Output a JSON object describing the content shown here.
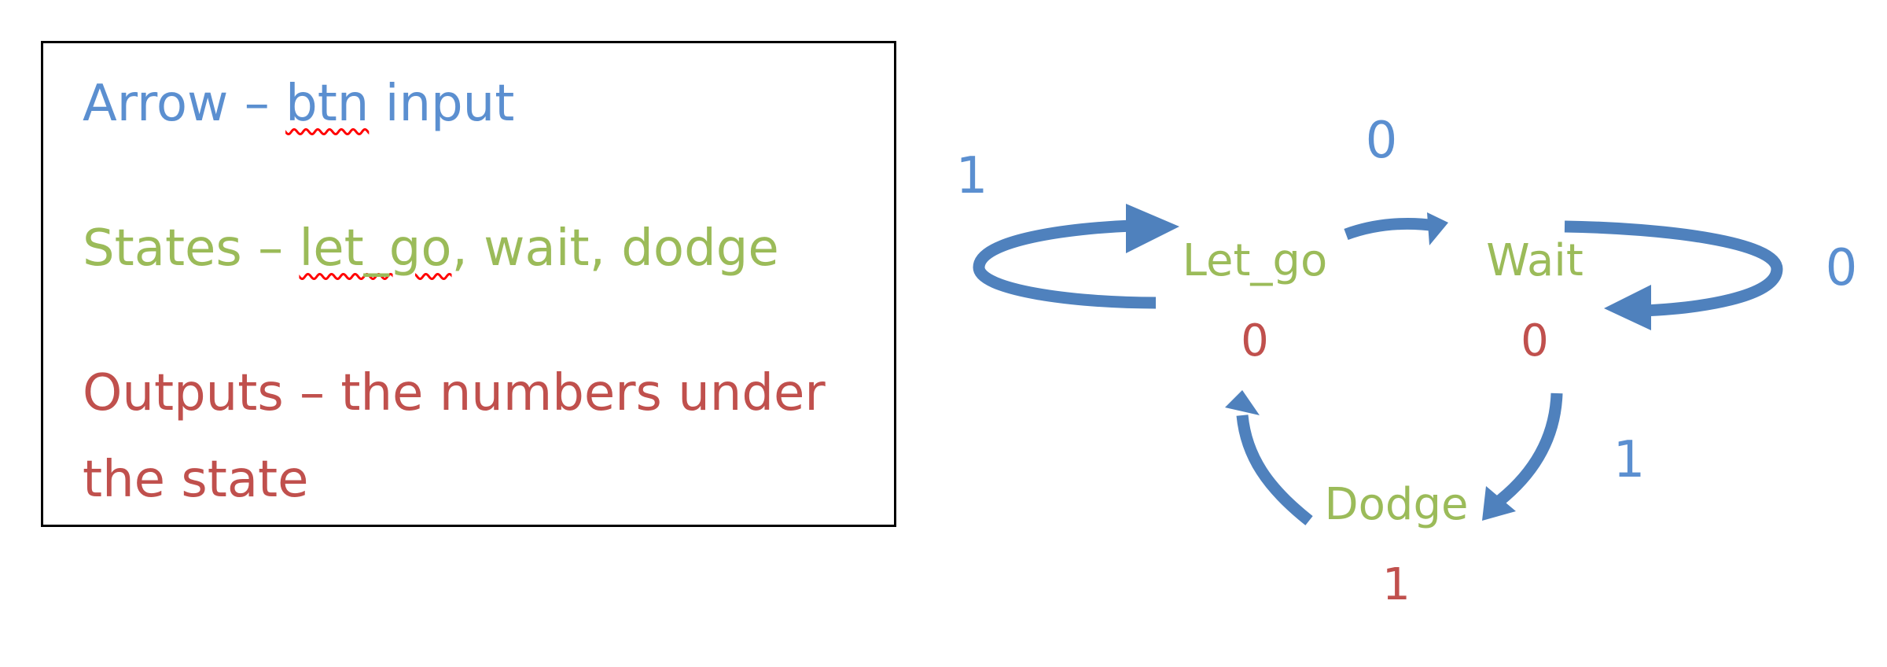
{
  "legend": {
    "arrow_prefix": "Arrow – ",
    "arrow_term": "btn",
    "arrow_suffix": " input",
    "states_prefix": "States – ",
    "states_term": "let_go",
    "states_suffix": ", wait, dodge",
    "outputs_line1": "Outputs – the numbers under",
    "outputs_line2": "the state"
  },
  "diagram": {
    "states": {
      "let_go": {
        "name": "Let_go",
        "output": "0"
      },
      "wait": {
        "name": "Wait",
        "output": "0"
      },
      "dodge": {
        "name": "Dodge",
        "output": "1"
      }
    },
    "transitions": {
      "let_go_self": {
        "from": "Let_go",
        "to": "Let_go",
        "input": "1"
      },
      "let_go_to_wait": {
        "from": "Let_go",
        "to": "Wait",
        "input": "0"
      },
      "wait_self": {
        "from": "Wait",
        "to": "Wait",
        "input": "0"
      },
      "wait_to_dodge": {
        "from": "Wait",
        "to": "Dodge",
        "input": "1"
      },
      "dodge_to_let_go": {
        "from": "Dodge",
        "to": "Let_go",
        "input": ""
      }
    }
  },
  "colors": {
    "input": "#5b8fd0",
    "state": "#9bbb59",
    "output": "#c0504d",
    "arrow": "#4f81bd",
    "border": "#000000"
  }
}
